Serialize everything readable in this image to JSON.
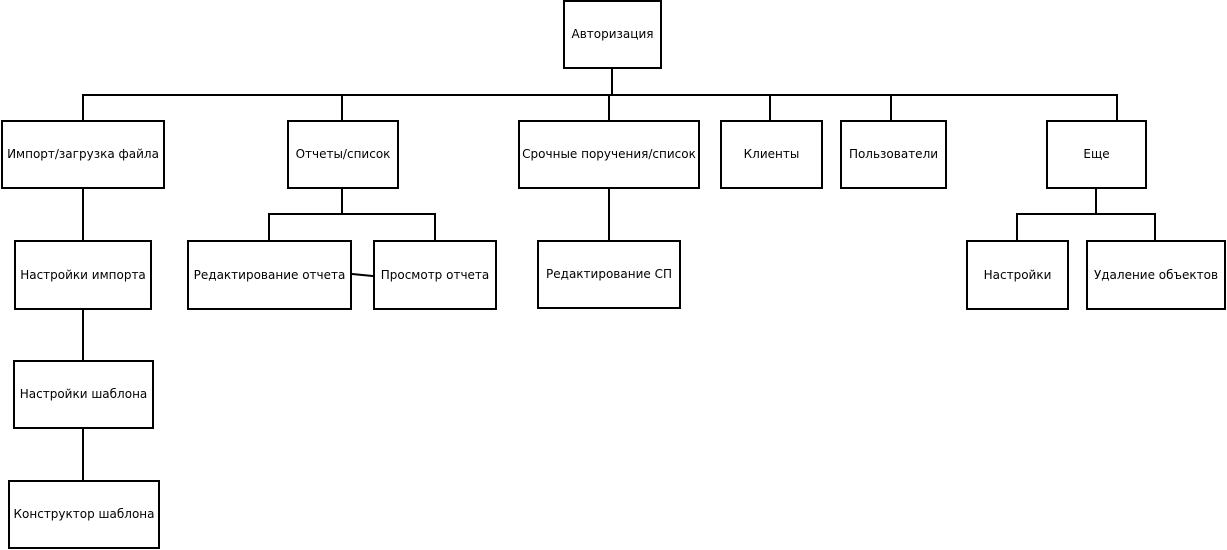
{
  "diagram": {
    "root": "Авторизация",
    "level1": {
      "import": "Импорт/загрузка файла",
      "reports": "Отчеты/список",
      "urgent": "Срочные поручения/список",
      "clients": "Клиенты",
      "users": "Пользователи",
      "more": "Еще"
    },
    "import_children": {
      "import_settings": "Настройки импорта",
      "template_settings": "Настройки шаблона",
      "template_constructor": "Конструктор шаблона"
    },
    "reports_children": {
      "report_edit": "Редактирование отчета",
      "report_view": "Просмотр отчета"
    },
    "urgent_children": {
      "sp_edit": "Редактирование СП"
    },
    "more_children": {
      "settings": "Настройки",
      "delete_objects": "Удаление объектов"
    }
  }
}
